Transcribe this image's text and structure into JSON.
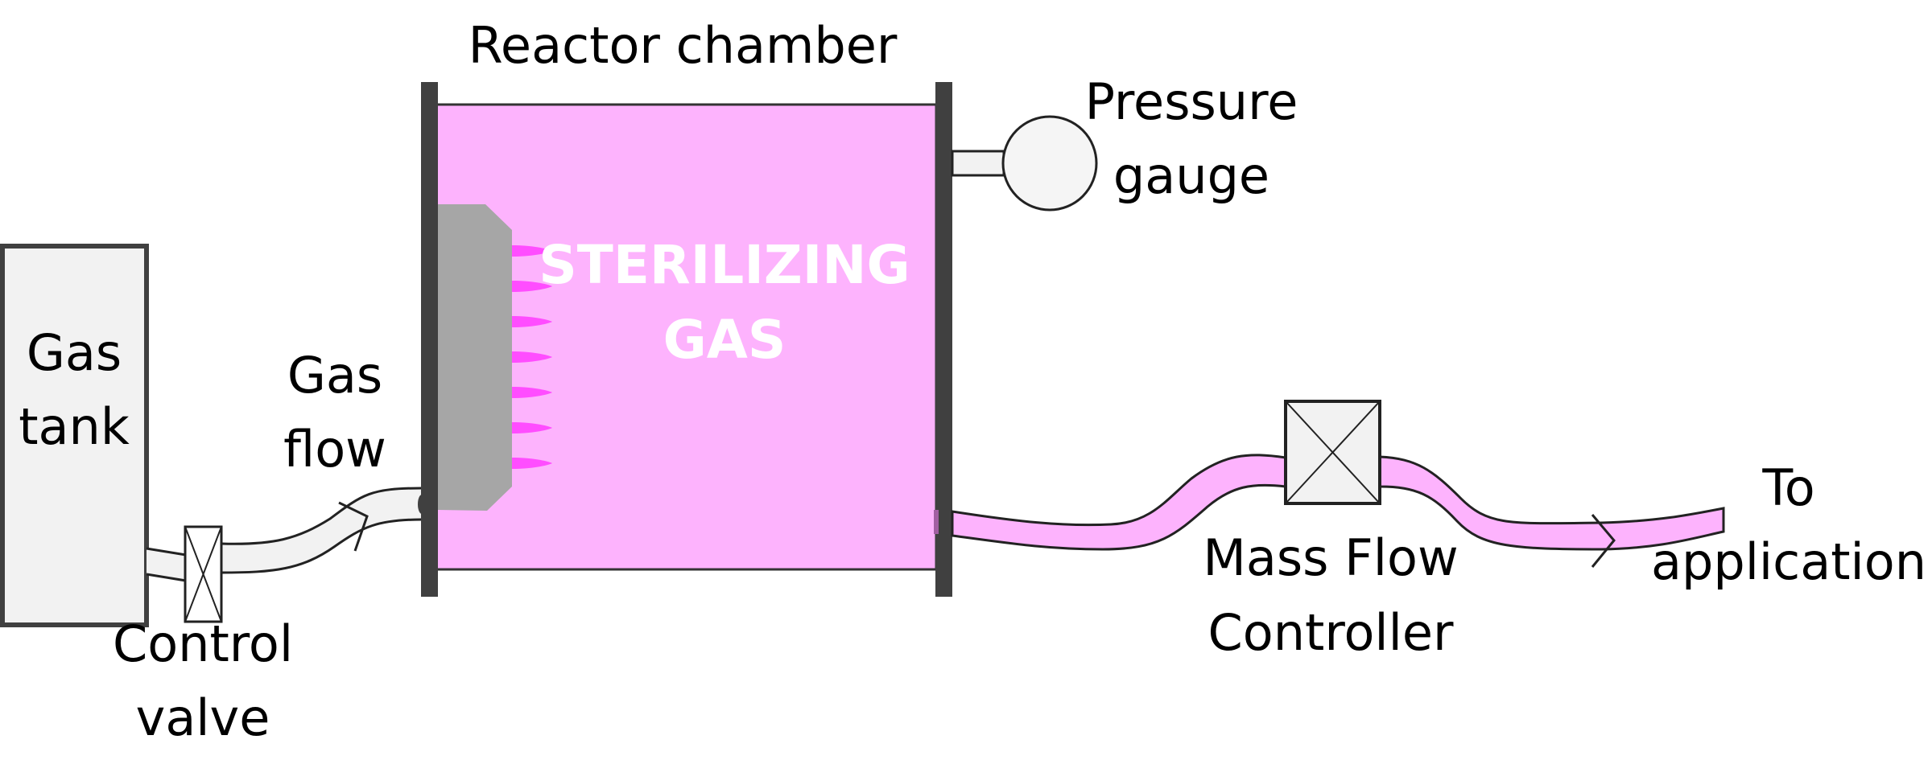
{
  "diagram": {
    "labels": {
      "reactor_chamber": "Reactor chamber",
      "pressure_gauge_1": "Pressure",
      "pressure_gauge_2": "gauge",
      "gas_tank_1": "Gas",
      "gas_tank_2": "tank",
      "gas_flow_1": "Gas",
      "gas_flow_2": "flow",
      "control_valve_1": "Control",
      "control_valve_2": "valve",
      "sterilizing_gas_1": "STERILIZING",
      "sterilizing_gas_2": "GAS",
      "mfc_1": "Mass Flow",
      "mfc_2": "Controller",
      "to_application_1": "To",
      "to_application_2": "application"
    },
    "colors": {
      "chamber_fill": "#fdb3fd",
      "plasma_jet": "#ff4dff",
      "electrode": "#a6a6a6",
      "wall": "#404040",
      "component_fill": "#f2f2f2",
      "outlet_pipe": "#fdb3fd"
    },
    "plasma_jet_count": 7
  }
}
